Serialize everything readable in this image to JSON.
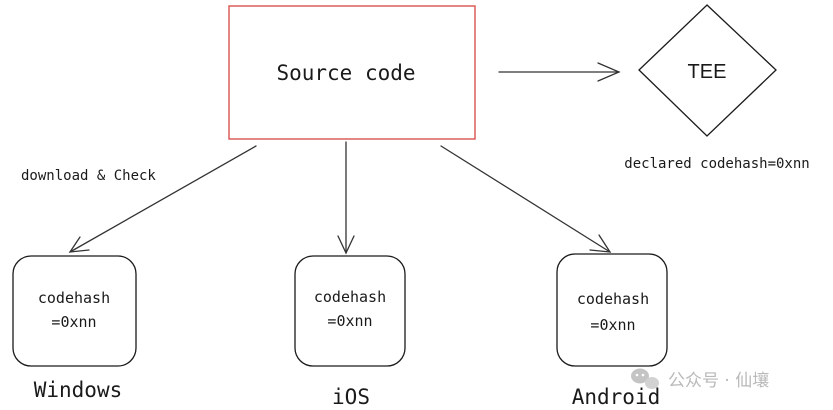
{
  "diagram": {
    "source_box": {
      "label": "Source code",
      "border_color": "#d9534f"
    },
    "tee": {
      "label": "TEE",
      "caption": "declared codehash=0xnn"
    },
    "edge_label": "download & Check",
    "clients": [
      {
        "line1": "codehash",
        "line2": "=0xnn",
        "platform": "Windows"
      },
      {
        "line1": "codehash",
        "line2": "=0xnn",
        "platform": "iOS"
      },
      {
        "line1": "codehash",
        "line2": "=0xnn",
        "platform": "Android"
      }
    ]
  },
  "watermark": {
    "text": "公众号 · 仙壤"
  },
  "colors": {
    "stroke": "#333333",
    "watermark": "#b9b9b9"
  }
}
